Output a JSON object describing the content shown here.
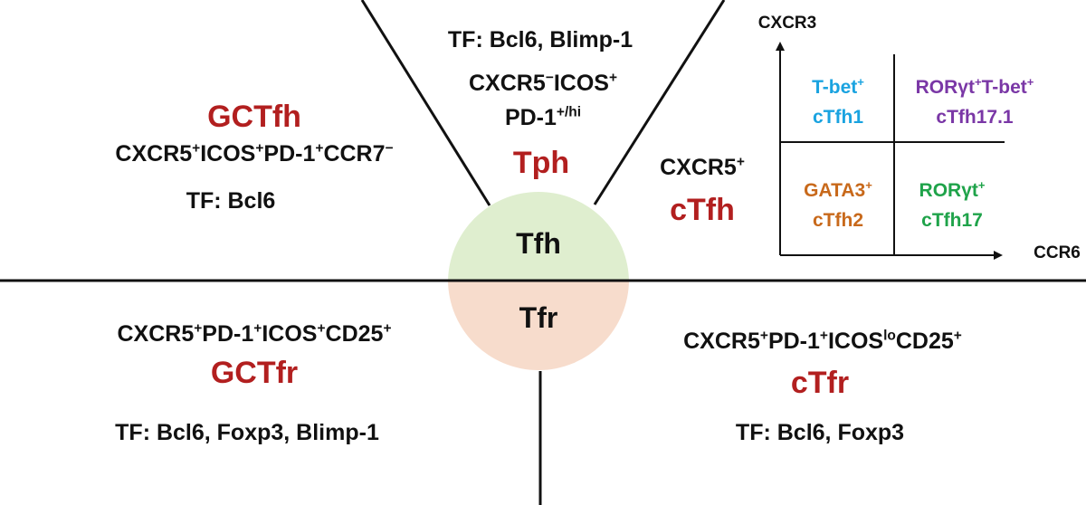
{
  "center": {
    "top": "Tfh",
    "bottom": "Tfr"
  },
  "gctfh": {
    "title": "GCTfh",
    "m1": "CXCR5",
    "s1": "+",
    "m2": "ICOS",
    "s2": "+",
    "m3": "PD-1",
    "s3": "+",
    "m4": "CCR7",
    "s4": "−",
    "tf": "TF: Bcl6"
  },
  "tph": {
    "tf": "TF: Bcl6, Blimp-1",
    "m1": "CXCR5",
    "s1": "−",
    "m2": "ICOS",
    "s2": "+",
    "m3": "PD-1",
    "s3": "+/hi",
    "title": "Tph"
  },
  "ctfh": {
    "m1": "CXCR5",
    "s1": "+",
    "title": "cTfh"
  },
  "quadrant": {
    "y_axis": "CXCR3",
    "x_axis": "CCR6",
    "tl_m": "T-bet",
    "tl_s": "+",
    "tl_n": "cTfh1",
    "tr_m1": "RORγt",
    "tr_s1": "+",
    "tr_m2": "T-bet",
    "tr_s2": "+",
    "tr_n": "cTfh17.1",
    "bl_m": "GATA3",
    "bl_s": "+",
    "bl_n": "cTfh2",
    "br_m": "RORγt",
    "br_s": "+",
    "br_n": "cTfh17"
  },
  "gctfr": {
    "m1": "CXCR5",
    "s1": "+",
    "m2": "PD-1",
    "s2": "+",
    "m3": "ICOS",
    "s3": "+",
    "m4": "CD25",
    "s4": "+",
    "title": "GCTfr",
    "tf": "TF: Bcl6, Foxp3, Blimp-1"
  },
  "ctfr": {
    "m1": "CXCR5",
    "s1": "+",
    "m2": "PD-1",
    "s2": "+",
    "m3": "ICOS",
    "s3": "lo",
    "m4": "CD25",
    "s4": "+",
    "title": "cTfr",
    "tf": "TF: Bcl6, Foxp3"
  },
  "colors": {
    "red": "#b21f1f",
    "blue": "#1aa3e0",
    "purple": "#7a37a6",
    "orange": "#c8691b",
    "green": "#1fa34a",
    "tfh_fill": "#dfeecf",
    "tfr_fill": "#f7dccc"
  }
}
